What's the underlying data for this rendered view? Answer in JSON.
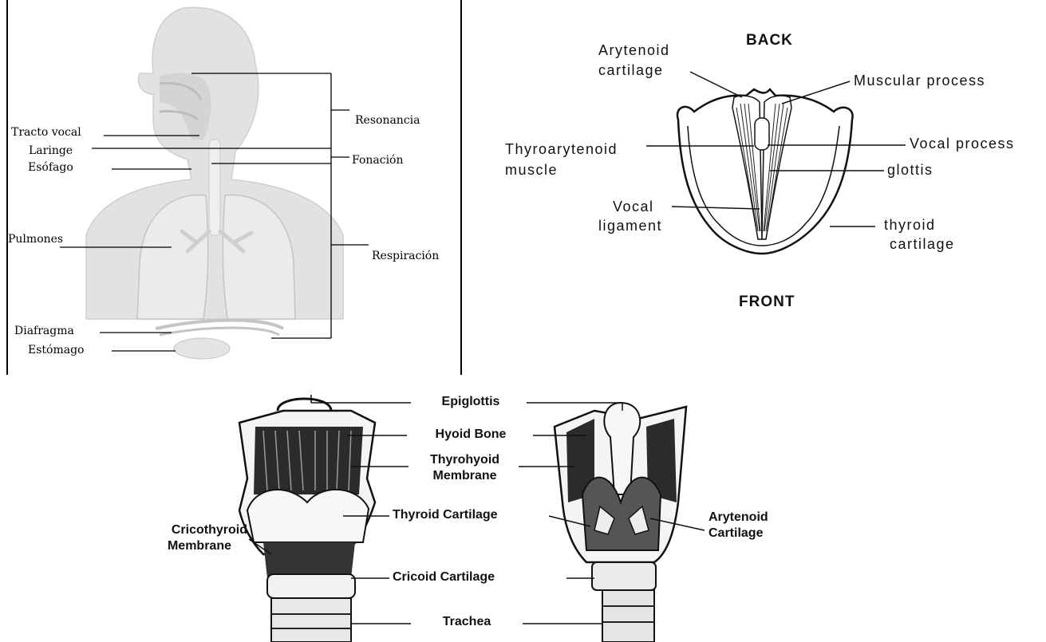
{
  "respiratory_diagram": {
    "labels": {
      "tracto_vocal": "Tracto vocal",
      "laringe": "Laringe",
      "esofago": "Esófago",
      "pulmones": "Pulmones",
      "diafragma": "Diafragma",
      "estomago": "Estómago",
      "resonancia": "Resonancia",
      "fonacion": "Fonación",
      "respiracion": "Respiración"
    }
  },
  "glottis_diagram": {
    "header_top": "BACK",
    "header_bottom": "FRONT",
    "labels": {
      "arytenoid_1": "Arytenoid",
      "arytenoid_2": "cartilage",
      "muscular_process": "Muscular process",
      "thyroarytenoid_1": "Thyroarytenoid",
      "thyroarytenoid_2": "muscle",
      "vocal_process": "Vocal process",
      "glottis": "glottis",
      "vocal_lig_1": "Vocal",
      "vocal_lig_2": "ligament",
      "thyroid_1": "thyroid",
      "thyroid_2": "cartilage"
    }
  },
  "larynx_diagram": {
    "labels": {
      "epiglottis": "Epiglottis",
      "hyoid_bone": "Hyoid Bone",
      "thyrohyoid_1": "Thyrohyoid",
      "thyrohyoid_2": "Membrane",
      "thyroid_cartilage": "Thyroid Cartilage",
      "cricothyroid_1": "Cricothyroid",
      "cricothyroid_2": "Membrane",
      "cricoid_cartilage": "Cricoid Cartilage",
      "trachea": "Trachea",
      "arytenoid_1": "Arytenoid",
      "arytenoid_2": "Cartilage"
    }
  }
}
